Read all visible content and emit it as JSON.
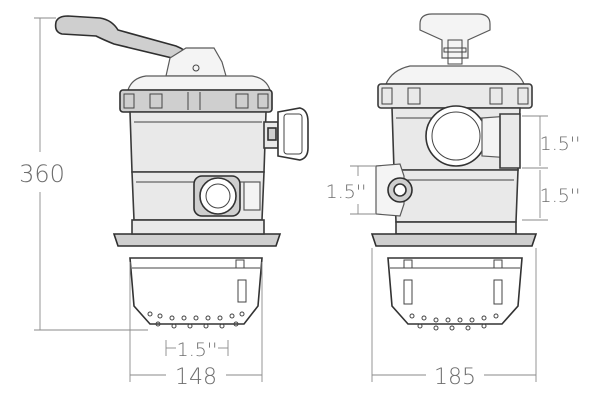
{
  "dimensions": {
    "height": "360",
    "width_left": "148",
    "width_right": "185",
    "pipe_bottom": "1.5''",
    "pipe_left_side": "1.5''",
    "pipe_right_upper": "1.5''",
    "pipe_right_lower": "1.5''"
  },
  "colors": {
    "line": "#333333",
    "dimension": "#8a8a8a",
    "body": "#e9e9e9"
  }
}
